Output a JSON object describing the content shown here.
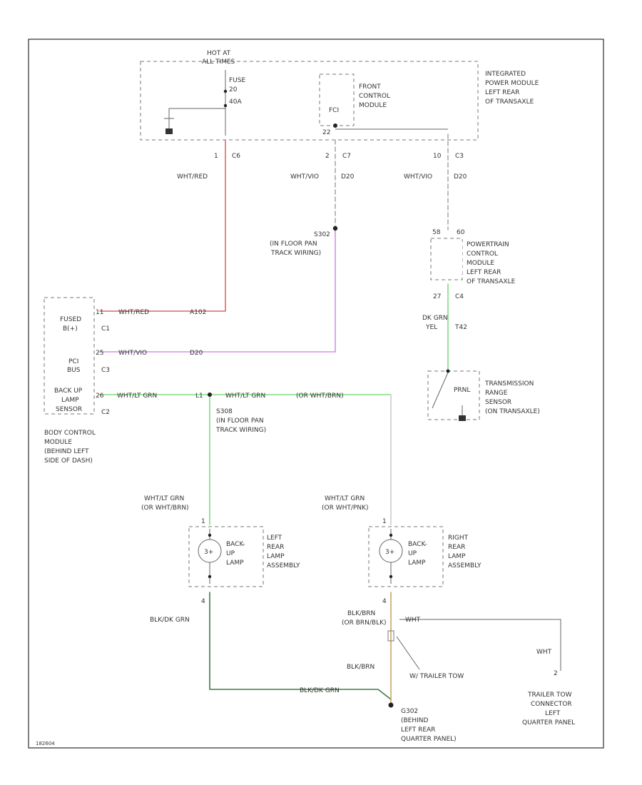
{
  "colors": {
    "red": "#e06666",
    "violet": "#d58ee8",
    "green": "#7fdc7f",
    "gray": "#aaaaaa",
    "dark_green": "#3d7a4a",
    "tan": "#c8a36a",
    "frame": "#555555"
  },
  "ipm": {
    "hot_at": [
      "HOT AT",
      "ALL TIMES"
    ],
    "fuse": [
      "FUSE",
      "20",
      "40A"
    ],
    "name": [
      "INTEGRATED",
      "POWER MODULE",
      "LEFT REAR",
      "OF TRANSAXLE"
    ],
    "fcm": [
      "FRONT",
      "CONTROL",
      "MODULE"
    ],
    "fcm_chip": "FCI",
    "pin_22": "22",
    "c6": {
      "pin": "1",
      "conn": "C6"
    },
    "c7": {
      "pin": "2",
      "conn": "C7"
    },
    "c3": {
      "pin": "10",
      "conn": "C3"
    }
  },
  "wire_labels": {
    "wht_red_top": "WHT/RED",
    "wht_vio_mid": "WHT/VIO",
    "d20_mid": "D20",
    "wht_vio_right": "WHT/VIO",
    "d20_right": "D20",
    "wht_red_bcm": "WHT/RED",
    "a102": "A102",
    "wht_vio_bcm": "WHT/VIO",
    "d20_bcm": "D20",
    "wht_lt_grn_bcm": "WHT/LT GRN",
    "l1": "L1",
    "wht_lt_grn_run": "WHT/LT GRN",
    "or_wht_brn": "(OR WHT/BRN)",
    "dk_grn_yel": [
      "DK GRN",
      "YEL"
    ],
    "t42": "T42",
    "left_lamp_wire": [
      "WHT/LT GRN",
      "(OR WHT/BRN)"
    ],
    "right_lamp_wire": [
      "WHT/LT GRN",
      "(OR WHT/PNK)"
    ],
    "black_grn_left": "BLK/DK GRN",
    "blk_brn_right": [
      "BLK/BRN",
      "(OR BRN/BLK)"
    ],
    "wht_trailer": "WHT",
    "blk_brn_low": "BLK/BRN",
    "black_grn_bottom": "BLK/DK GRN",
    "wht_conn": "WHT"
  },
  "splices": {
    "s302": [
      "S302",
      "(IN FLOOR PAN",
      "TRACK WIRING)"
    ],
    "s308": [
      "S308",
      "(IN FLOOR PAN",
      "TRACK WIRING)"
    ]
  },
  "pcm": {
    "pins_top": [
      "58",
      "60"
    ],
    "name": [
      "POWERTRAIN",
      "CONTROL",
      "MODULE",
      "LEFT REAR",
      "OF TRANSAXLE"
    ],
    "pin_bottom": "27",
    "conn": "C4"
  },
  "trs": {
    "chip": "PRNL",
    "name": [
      "TRANSMISSION",
      "RANGE",
      "SENSOR",
      "(ON TRANSAXLE)"
    ]
  },
  "bcm": {
    "fused_label": [
      "FUSED",
      "B(+)"
    ],
    "c1": "C1",
    "pci_label": [
      "PCI",
      "BUS"
    ],
    "c3": "C3",
    "backup_label": [
      "BACK UP",
      "LAMP",
      "SENSOR"
    ],
    "c2": "C2",
    "pin_fused": "11",
    "pin_pci": "25",
    "pin_backup": "26",
    "name": [
      "BODY CONTROL",
      "MODULE",
      "(BEHIND LEFT",
      "SIDE OF DASH)"
    ]
  },
  "left_lamp": {
    "glyph": "3+",
    "lamp": [
      "BACK-",
      "UP",
      "LAMP"
    ],
    "assembly": [
      "LEFT",
      "REAR",
      "LAMP",
      "ASSEMBLY"
    ],
    "pin_top": "1",
    "pin_bottom": "4"
  },
  "right_lamp": {
    "glyph": "3+",
    "lamp": [
      "BACK-",
      "UP",
      "LAMP"
    ],
    "assembly": [
      "RIGHT",
      "REAR",
      "LAMP",
      "ASSEMBLY"
    ],
    "pin_top": "1",
    "pin_bottom": "4"
  },
  "trailer": {
    "tow": "W/ TRAILER TOW",
    "pin": "2",
    "connector": [
      "TRAILER TOW",
      "CONNECTOR",
      "LEFT",
      "QUARTER PANEL"
    ]
  },
  "ground": {
    "name": [
      "G302",
      "(BEHIND",
      "LEFT REAR",
      "QUARTER PANEL)"
    ]
  },
  "footer_id": "182604"
}
